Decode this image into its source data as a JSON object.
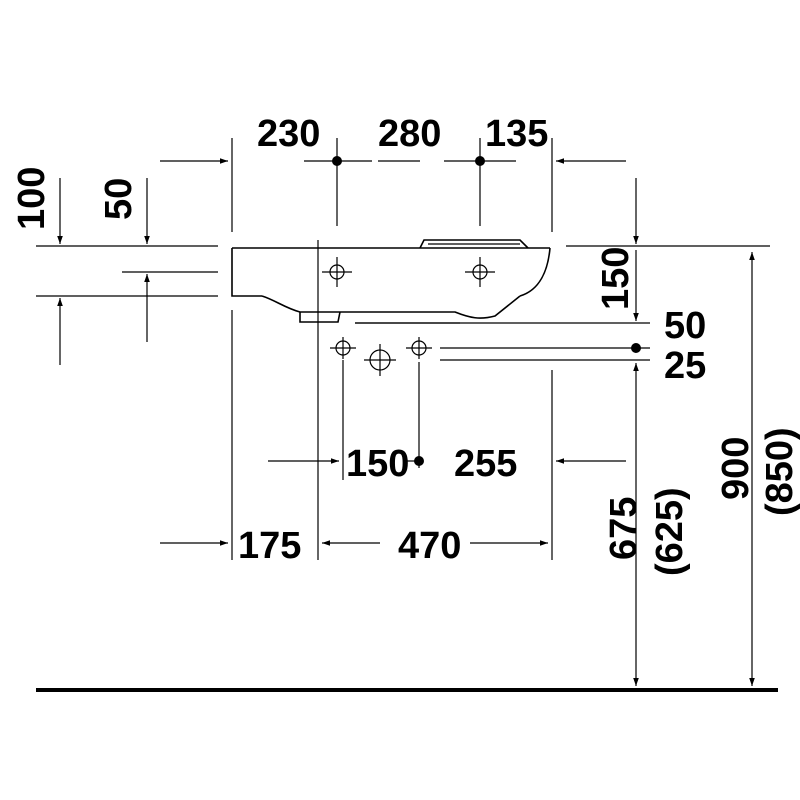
{
  "dimensions": {
    "top_left": "230",
    "top_mid": "280",
    "top_right": "135",
    "left_100": "100",
    "left_50": "50",
    "right_150": "150",
    "right_50": "50",
    "right_25": "25",
    "mid_150": "150",
    "mid_255": "255",
    "bot_175": "175",
    "bot_470": "470",
    "h_675": "675",
    "h_625": "(625)",
    "h_900": "900",
    "h_850": "(850)"
  },
  "colors": {
    "line": "#000000",
    "background": "#ffffff"
  }
}
